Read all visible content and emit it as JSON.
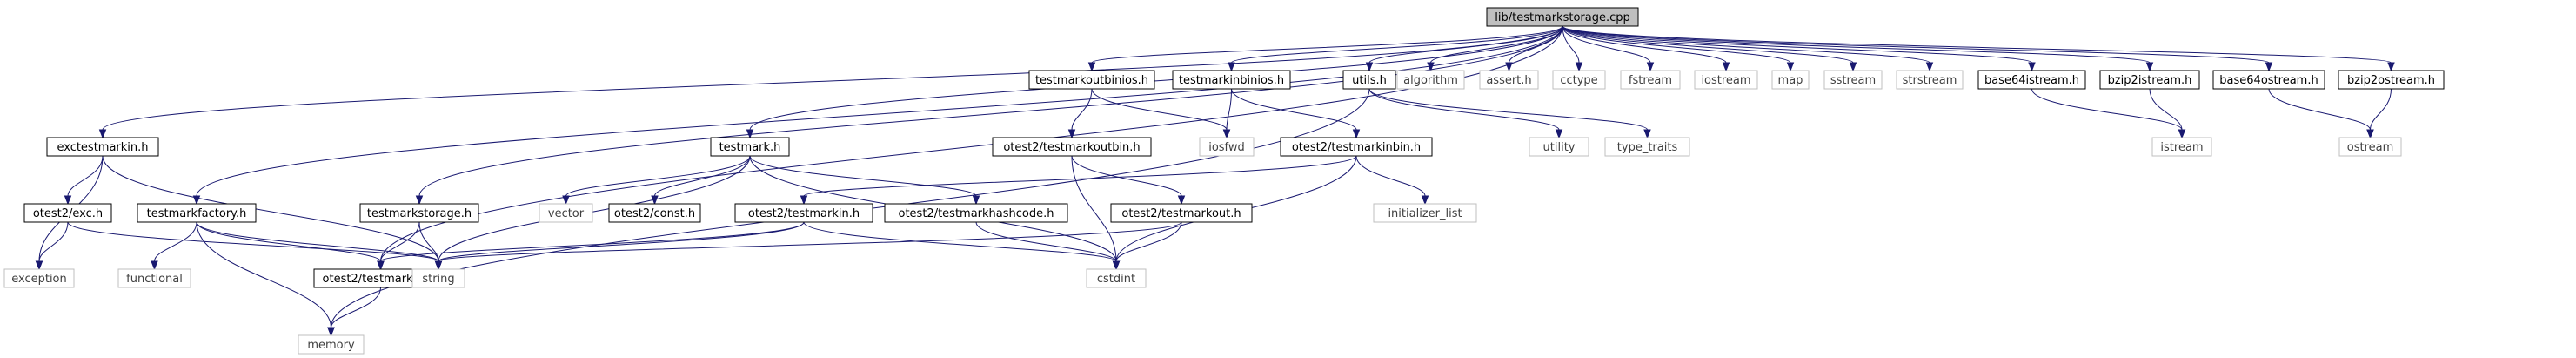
{
  "title": "",
  "nodes": [
    {
      "id": "root",
      "label": "lib/testmarkstorage.cpp",
      "kind": "root"
    },
    {
      "id": "excmarkin",
      "label": "exctestmarkin.h",
      "kind": "doc"
    },
    {
      "id": "markfactory",
      "label": "testmarkfactory.h",
      "kind": "doc"
    },
    {
      "id": "markptr",
      "label": "otest2/testmarkptr.h",
      "kind": "doc"
    },
    {
      "id": "markstorage",
      "label": "testmarkstorage.h",
      "kind": "doc"
    },
    {
      "id": "testmark",
      "label": "testmark.h",
      "kind": "doc"
    },
    {
      "id": "outbinios",
      "label": "testmarkoutbinios.h",
      "kind": "doc"
    },
    {
      "id": "inbinios",
      "label": "testmarkinbinios.h",
      "kind": "doc"
    },
    {
      "id": "utils",
      "label": "utils.h",
      "kind": "doc"
    },
    {
      "id": "algorithm",
      "label": "algorithm",
      "kind": "ext"
    },
    {
      "id": "assert",
      "label": "assert.h",
      "kind": "ext"
    },
    {
      "id": "cctype",
      "label": "cctype",
      "kind": "ext"
    },
    {
      "id": "fstream",
      "label": "fstream",
      "kind": "ext"
    },
    {
      "id": "iostream",
      "label": "iostream",
      "kind": "ext"
    },
    {
      "id": "map",
      "label": "map",
      "kind": "ext"
    },
    {
      "id": "sstream",
      "label": "sstream",
      "kind": "ext"
    },
    {
      "id": "strstream",
      "label": "strstream",
      "kind": "ext"
    },
    {
      "id": "b64in",
      "label": "base64istream.h",
      "kind": "doc"
    },
    {
      "id": "bz2in",
      "label": "bzip2istream.h",
      "kind": "doc"
    },
    {
      "id": "b64out",
      "label": "base64ostream.h",
      "kind": "doc"
    },
    {
      "id": "bz2out",
      "label": "bzip2ostream.h",
      "kind": "doc"
    },
    {
      "id": "exc",
      "label": "otest2/exc.h",
      "kind": "doc"
    },
    {
      "id": "exception",
      "label": "exception",
      "kind": "ext"
    },
    {
      "id": "functional",
      "label": "functional",
      "kind": "ext"
    },
    {
      "id": "memory",
      "label": "memory",
      "kind": "ext"
    },
    {
      "id": "string",
      "label": "string",
      "kind": "ext"
    },
    {
      "id": "vector",
      "label": "vector",
      "kind": "ext"
    },
    {
      "id": "const",
      "label": "otest2/const.h",
      "kind": "doc"
    },
    {
      "id": "markin",
      "label": "otest2/testmarkin.h",
      "kind": "doc"
    },
    {
      "id": "hashcode",
      "label": "otest2/testmarkhashcode.h",
      "kind": "doc"
    },
    {
      "id": "markout",
      "label": "otest2/testmarkout.h",
      "kind": "doc"
    },
    {
      "id": "cstdint",
      "label": "cstdint",
      "kind": "ext"
    },
    {
      "id": "outbin",
      "label": "otest2/testmarkoutbin.h",
      "kind": "doc"
    },
    {
      "id": "iosfwd",
      "label": "iosfwd",
      "kind": "ext"
    },
    {
      "id": "inbin",
      "label": "otest2/testmarkinbin.h",
      "kind": "doc"
    },
    {
      "id": "initlist",
      "label": "initializer_list",
      "kind": "ext"
    },
    {
      "id": "utility",
      "label": "utility",
      "kind": "ext"
    },
    {
      "id": "typetraits",
      "label": "type_traits",
      "kind": "ext"
    },
    {
      "id": "istream",
      "label": "istream",
      "kind": "ext"
    },
    {
      "id": "ostream",
      "label": "ostream",
      "kind": "ext"
    }
  ],
  "edges": [
    [
      "root",
      "excmarkin"
    ],
    [
      "root",
      "markfactory"
    ],
    [
      "root",
      "markptr"
    ],
    [
      "root",
      "markstorage"
    ],
    [
      "root",
      "testmark"
    ],
    [
      "root",
      "outbinios"
    ],
    [
      "root",
      "inbinios"
    ],
    [
      "root",
      "utils"
    ],
    [
      "root",
      "algorithm"
    ],
    [
      "root",
      "assert"
    ],
    [
      "root",
      "cctype"
    ],
    [
      "root",
      "fstream"
    ],
    [
      "root",
      "iostream"
    ],
    [
      "root",
      "map"
    ],
    [
      "root",
      "sstream"
    ],
    [
      "root",
      "strstream"
    ],
    [
      "root",
      "b64in"
    ],
    [
      "root",
      "bz2in"
    ],
    [
      "root",
      "b64out"
    ],
    [
      "root",
      "bz2out"
    ],
    [
      "excmarkin",
      "exc"
    ],
    [
      "excmarkin",
      "exception"
    ],
    [
      "excmarkin",
      "string"
    ],
    [
      "exc",
      "exception"
    ],
    [
      "exc",
      "string"
    ],
    [
      "markfactory",
      "functional"
    ],
    [
      "markfactory",
      "memory"
    ],
    [
      "markfactory",
      "markptr"
    ],
    [
      "markfactory",
      "string"
    ],
    [
      "markptr",
      "memory"
    ],
    [
      "markstorage",
      "markptr"
    ],
    [
      "markstorage",
      "string"
    ],
    [
      "testmark",
      "string"
    ],
    [
      "testmark",
      "vector"
    ],
    [
      "testmark",
      "const"
    ],
    [
      "testmark",
      "hashcode"
    ],
    [
      "testmark",
      "cstdint"
    ],
    [
      "hashcode",
      "cstdint"
    ],
    [
      "markin",
      "markptr"
    ],
    [
      "markin",
      "string"
    ],
    [
      "markin",
      "cstdint"
    ],
    [
      "markout",
      "string"
    ],
    [
      "markout",
      "cstdint"
    ],
    [
      "outbinios",
      "outbin"
    ],
    [
      "outbinios",
      "iosfwd"
    ],
    [
      "outbin",
      "markout"
    ],
    [
      "outbin",
      "cstdint"
    ],
    [
      "inbinios",
      "iosfwd"
    ],
    [
      "inbinios",
      "inbin"
    ],
    [
      "inbin",
      "markin"
    ],
    [
      "inbin",
      "initlist"
    ],
    [
      "inbin",
      "cstdint"
    ],
    [
      "utils",
      "utility"
    ],
    [
      "utils",
      "typetraits"
    ],
    [
      "utils",
      "memory"
    ],
    [
      "b64in",
      "istream"
    ],
    [
      "bz2in",
      "istream"
    ],
    [
      "b64out",
      "ostream"
    ],
    [
      "bz2out",
      "ostream"
    ]
  ]
}
